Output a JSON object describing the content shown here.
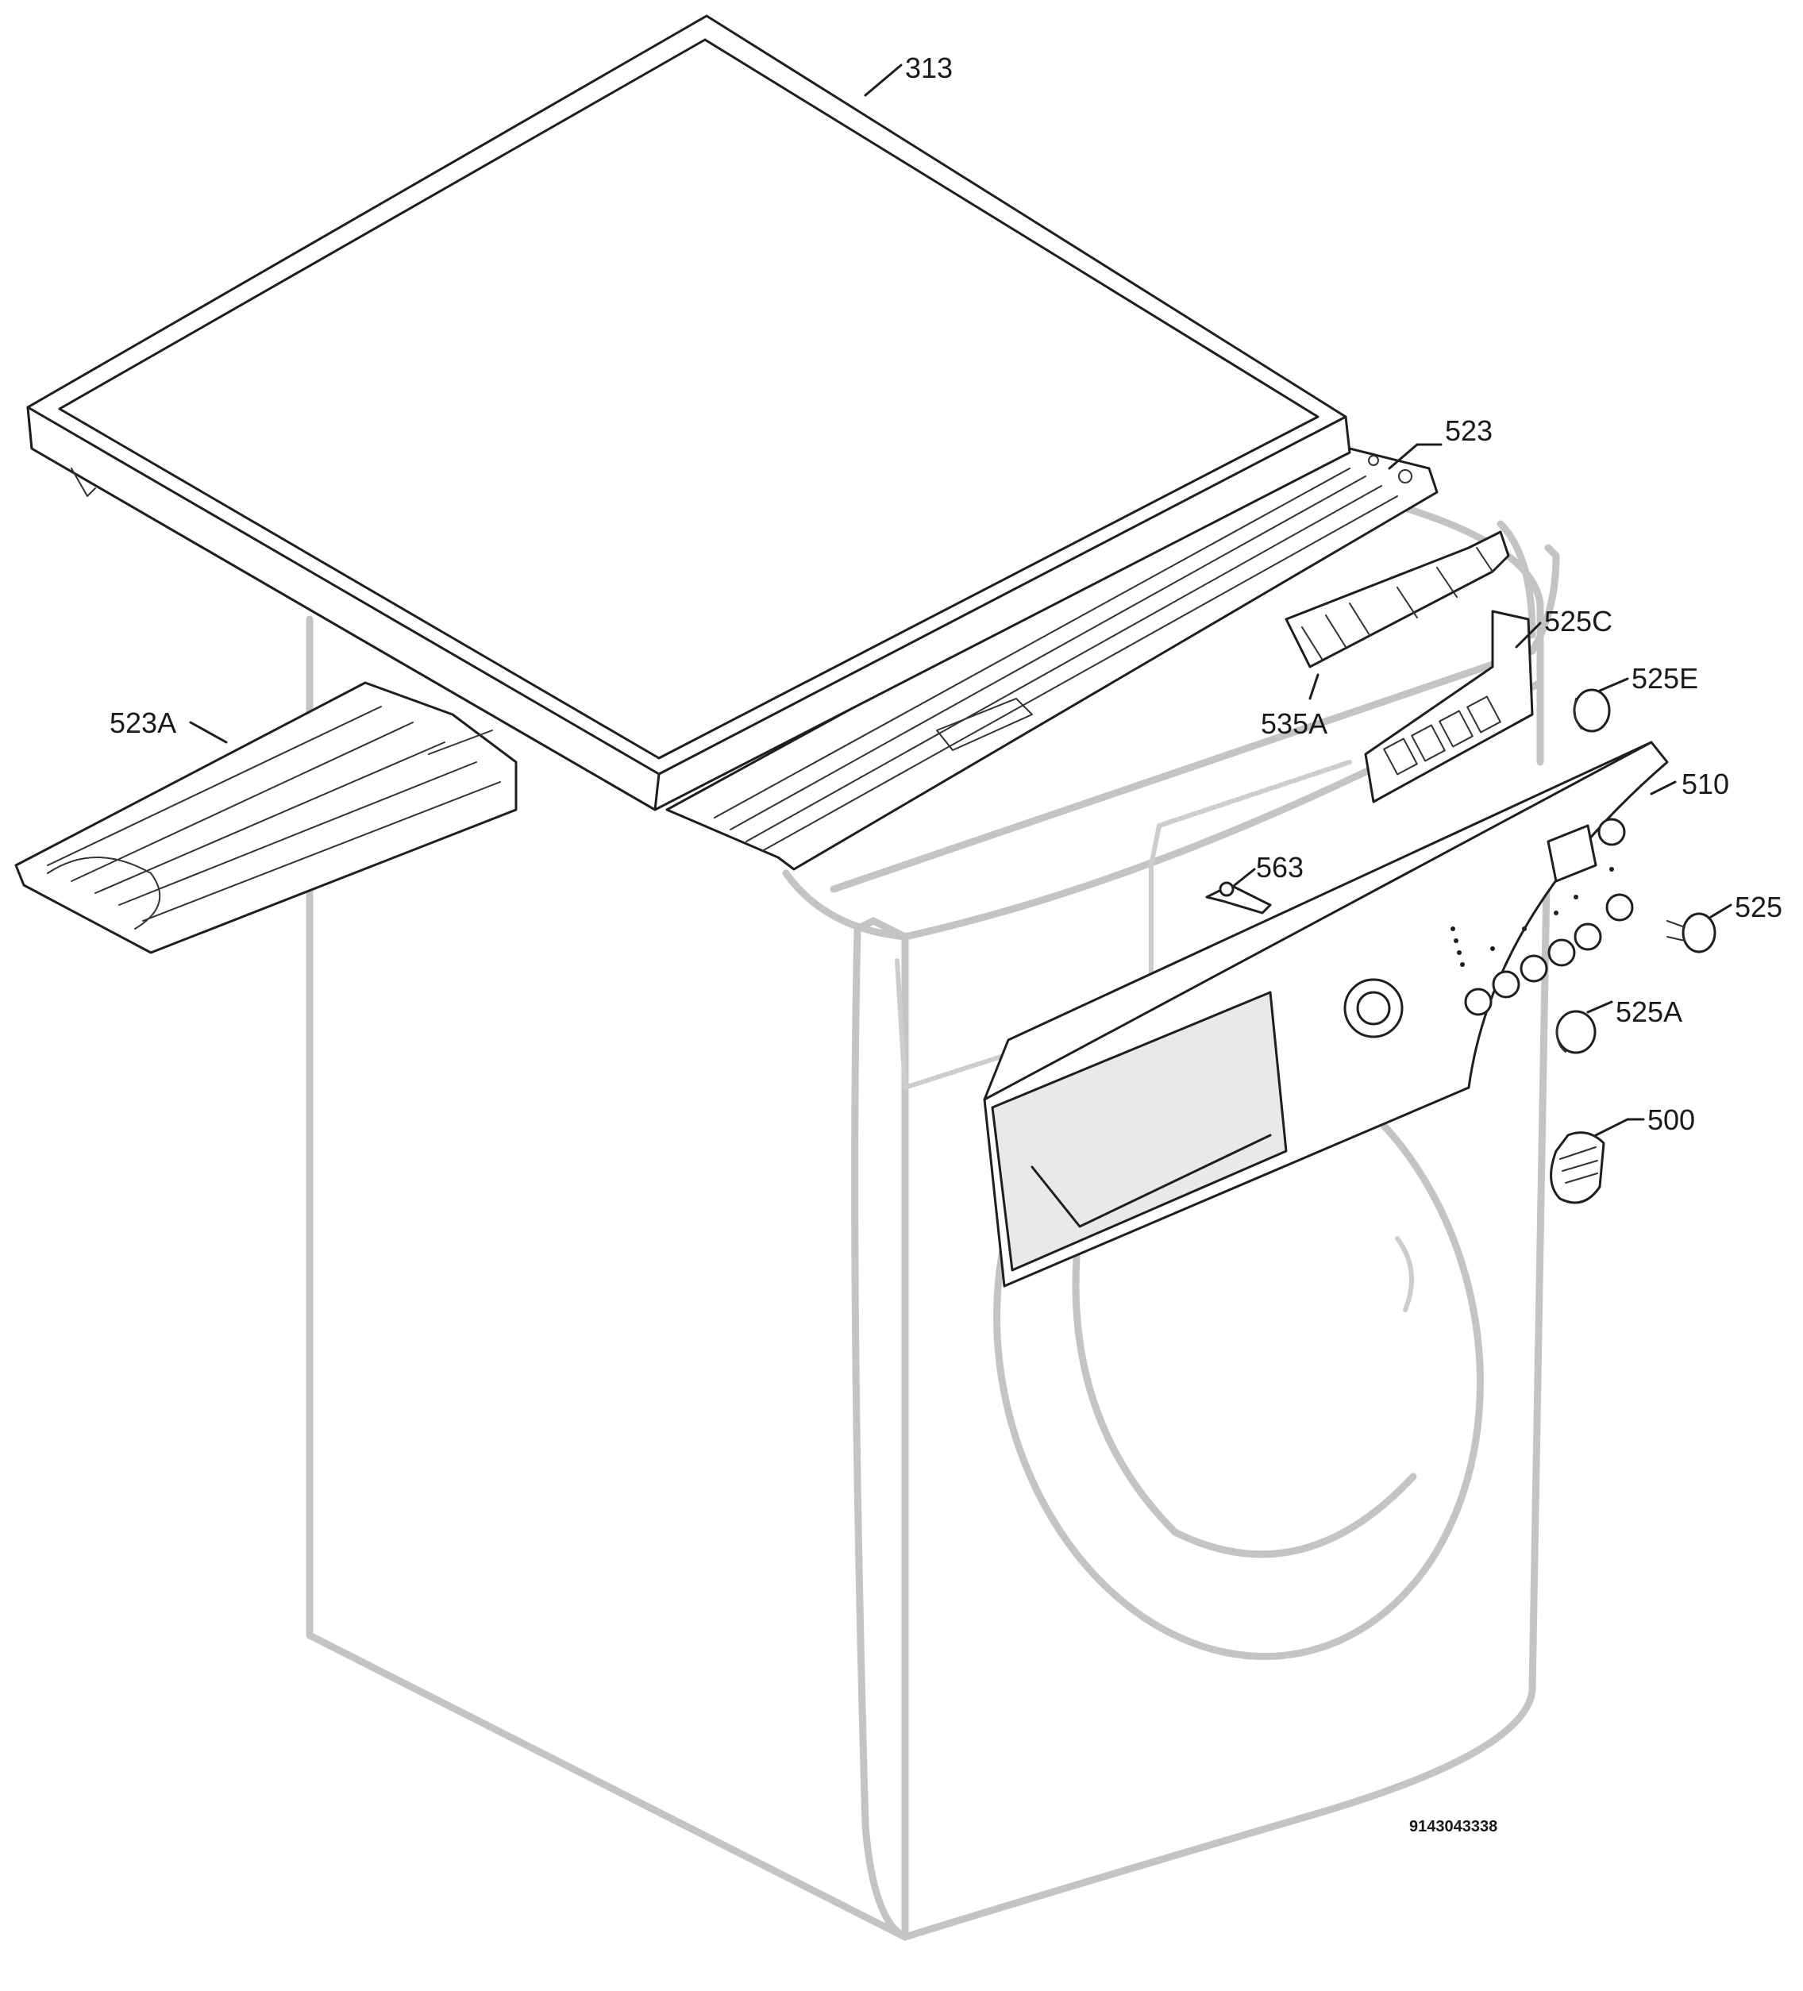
{
  "diagram": {
    "callouts": [
      {
        "id": "313",
        "label": "313"
      },
      {
        "id": "523",
        "label": "523"
      },
      {
        "id": "523A",
        "label": "523A"
      },
      {
        "id": "525C",
        "label": "525C"
      },
      {
        "id": "525E",
        "label": "525E"
      },
      {
        "id": "535A",
        "label": "535A"
      },
      {
        "id": "510",
        "label": "510"
      },
      {
        "id": "563",
        "label": "563"
      },
      {
        "id": "525",
        "label": "525"
      },
      {
        "id": "525A",
        "label": "525A"
      },
      {
        "id": "500",
        "label": "500"
      }
    ],
    "document_number": "9143043338",
    "colors": {
      "ink": "#1f1f1f",
      "ghost": "#c4c4c4",
      "background": "#ffffff"
    }
  }
}
